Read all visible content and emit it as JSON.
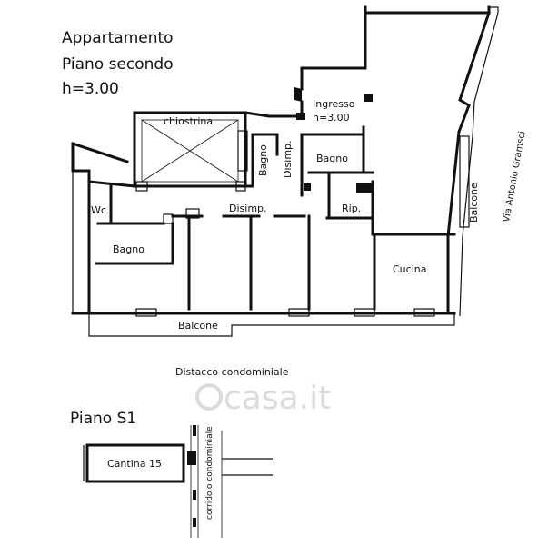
{
  "header": {
    "line1": "Appartamento",
    "line2": "Piano secondo",
    "line3": "h=3.00"
  },
  "rooms": {
    "chiostrina": "chiostrina",
    "ingresso": "Ingresso",
    "ingresso_h": "h=3.00",
    "bagno_top": "Bagno",
    "disimp_vertical": "Disimp.",
    "bagno_right": "Bagno",
    "rip": "Rip.",
    "wc": "Wc",
    "disimp": "Disimp.",
    "bagno_left": "Bagno",
    "cucina": "Cucina",
    "balcone_bottom": "Balcone",
    "balcone_right": "Balcone"
  },
  "street": "Via Antonio Gramsci",
  "distacco": "Distacco condominiale",
  "basement": {
    "title": "Piano S1",
    "cantina": "Cantina 15",
    "corridoio": "corridoio condominiale"
  },
  "watermark": "casa.it"
}
